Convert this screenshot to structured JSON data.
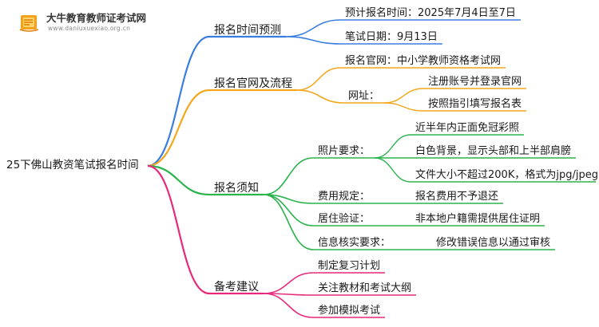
{
  "logo": {
    "title": "大牛教育教师证考试网",
    "url": "www.daniuxuexiao.org.cn",
    "icon": "book-icon"
  },
  "root": "25下佛山教资笔试报名时间",
  "colors": {
    "blue": "#3a7de0",
    "orange": "#f4a71c",
    "green": "#2bb34c",
    "pink": "#e8297a"
  },
  "branches": [
    {
      "label": "报名时间预测",
      "color": "blue",
      "children": [
        {
          "label": "预计报名时间：2025年7月4日至7日"
        },
        {
          "label": "笔试日期：9月13日"
        }
      ]
    },
    {
      "label": "报名官网及流程",
      "color": "orange",
      "children": [
        {
          "label": "报名官网：中小学教师资格考试网"
        },
        {
          "label": "网址：",
          "children": [
            {
              "label": "注册账号并登录官网"
            },
            {
              "label": "按照指引填写报名表"
            }
          ]
        }
      ]
    },
    {
      "label": "报名须知",
      "color": "green",
      "children": [
        {
          "label": "照片要求：",
          "children": [
            {
              "label": "近半年内正面免冠彩照"
            },
            {
              "label": "白色背景，显示头部和上半部肩膀"
            },
            {
              "label": "文件大小不超过200K，格式为jpg/jpeg"
            }
          ]
        },
        {
          "label": "费用规定：",
          "children": [
            {
              "label": "报名费用不予退还"
            }
          ]
        },
        {
          "label": "居住验证：",
          "children": [
            {
              "label": "非本地户籍需提供居住证明"
            }
          ]
        },
        {
          "label": "信息核实要求：",
          "children": [
            {
              "label": "修改错误信息以通过审核"
            }
          ]
        }
      ]
    },
    {
      "label": "备考建议",
      "color": "pink",
      "children": [
        {
          "label": "制定复习计划"
        },
        {
          "label": "关注教材和考试大纲"
        },
        {
          "label": "参加模拟考试"
        }
      ]
    }
  ]
}
